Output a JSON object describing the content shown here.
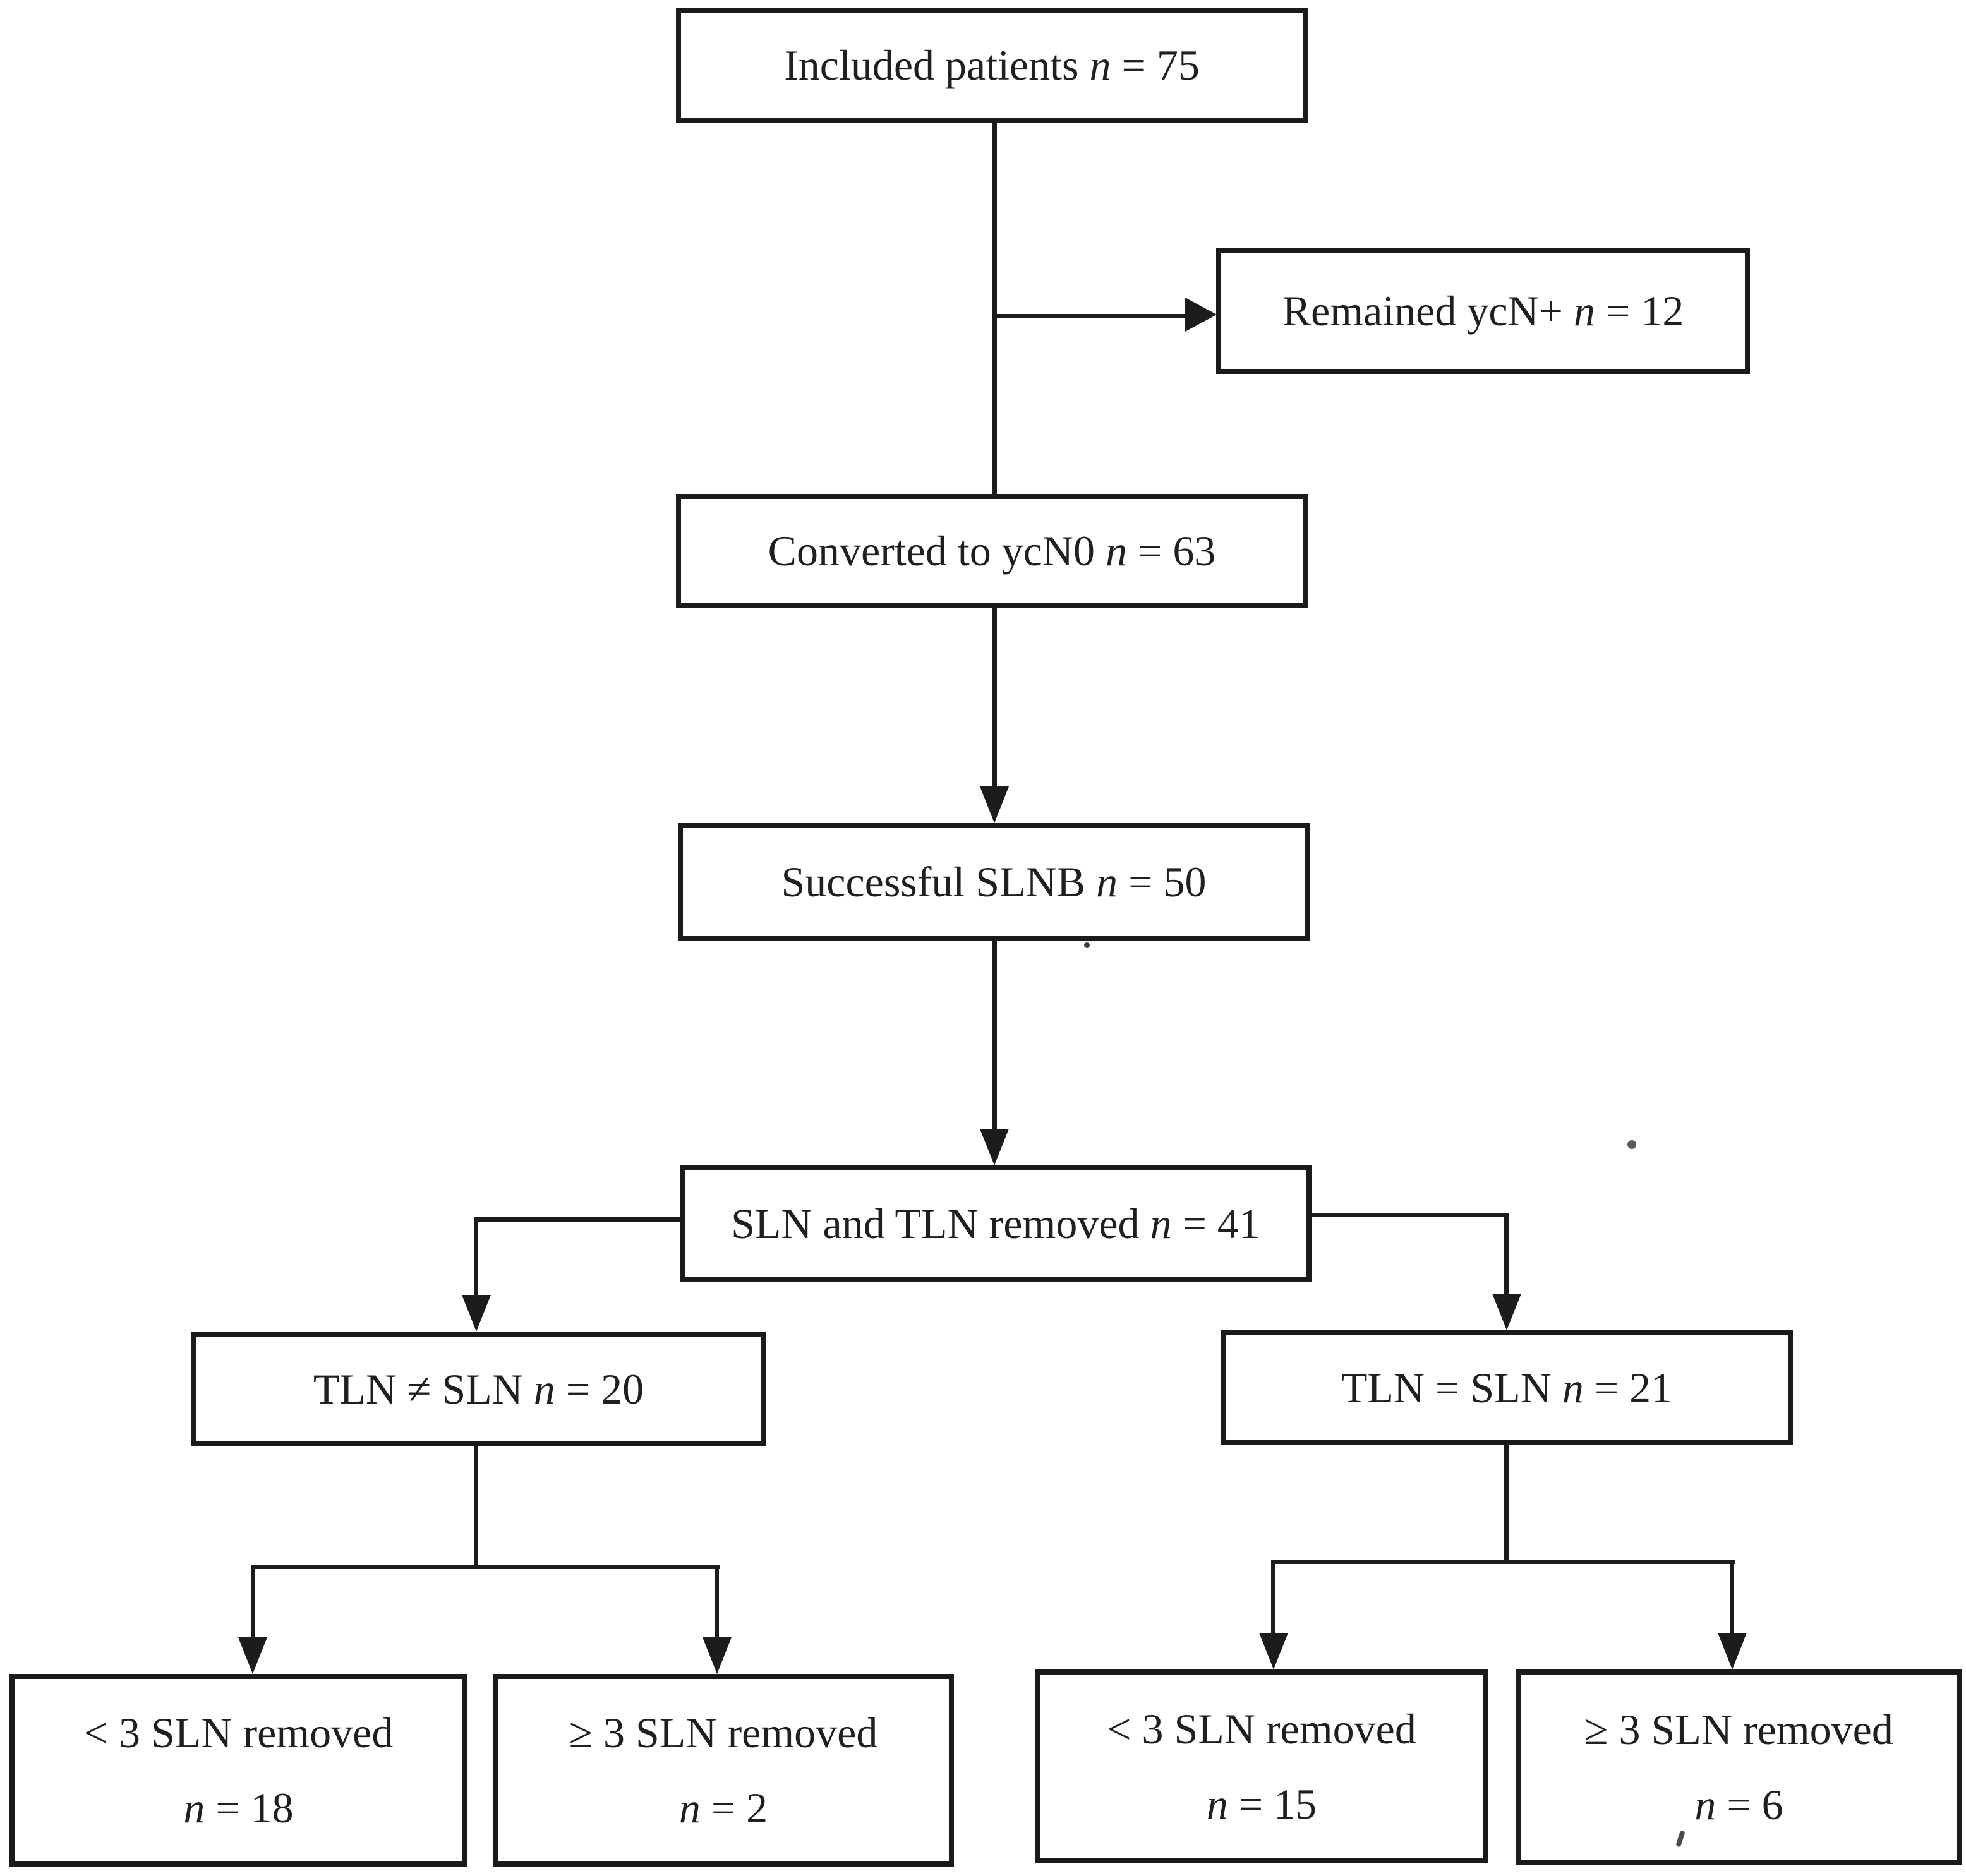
{
  "symbols": {
    "n": "n",
    "eq": "="
  },
  "nodes": [
    {
      "id": "included-patients",
      "text": "Included patients",
      "n": "75"
    },
    {
      "id": "remained-ycn-positive",
      "text": "Remained ycN+",
      "n": "12"
    },
    {
      "id": "converted-to-ycn0",
      "text": "Converted to ycN0",
      "n": "63"
    },
    {
      "id": "successful-slnb",
      "text": "Successful SLNB",
      "n": "50"
    },
    {
      "id": "sln-and-tln-removed",
      "text": "SLN and TLN removed",
      "n": "41"
    },
    {
      "id": "tln-not-equal-sln",
      "text": "TLN ≠ SLN",
      "n": "20"
    },
    {
      "id": "tln-equal-sln",
      "text": "TLN = SLN",
      "n": "21"
    },
    {
      "id": "lt3-sln-removed-left",
      "text": "< 3 SLN removed",
      "n": "18"
    },
    {
      "id": "gte3-sln-removed-left",
      "text": "≥ 3 SLN removed",
      "n": "2"
    },
    {
      "id": "lt3-sln-removed-right",
      "text": "< 3 SLN removed",
      "n": "15"
    },
    {
      "id": "gte3-sln-removed-right",
      "text": "≥ 3 SLN removed",
      "n": "6"
    }
  ],
  "edges": [
    {
      "from": "included-patients",
      "to": "remained-ycn-positive",
      "type": "arrow"
    },
    {
      "from": "included-patients",
      "to": "converted-to-ycn0",
      "type": "line"
    },
    {
      "from": "converted-to-ycn0",
      "to": "successful-slnb",
      "type": "arrow"
    },
    {
      "from": "successful-slnb",
      "to": "sln-and-tln-removed",
      "type": "arrow"
    },
    {
      "from": "sln-and-tln-removed",
      "to": "tln-not-equal-sln",
      "type": "arrow"
    },
    {
      "from": "sln-and-tln-removed",
      "to": "tln-equal-sln",
      "type": "arrow"
    },
    {
      "from": "tln-not-equal-sln",
      "to": "lt3-sln-removed-left",
      "type": "arrow"
    },
    {
      "from": "tln-not-equal-sln",
      "to": "gte3-sln-removed-left",
      "type": "arrow"
    },
    {
      "from": "tln-equal-sln",
      "to": "lt3-sln-removed-right",
      "type": "arrow"
    },
    {
      "from": "tln-equal-sln",
      "to": "gte3-sln-removed-right",
      "type": "arrow"
    }
  ]
}
